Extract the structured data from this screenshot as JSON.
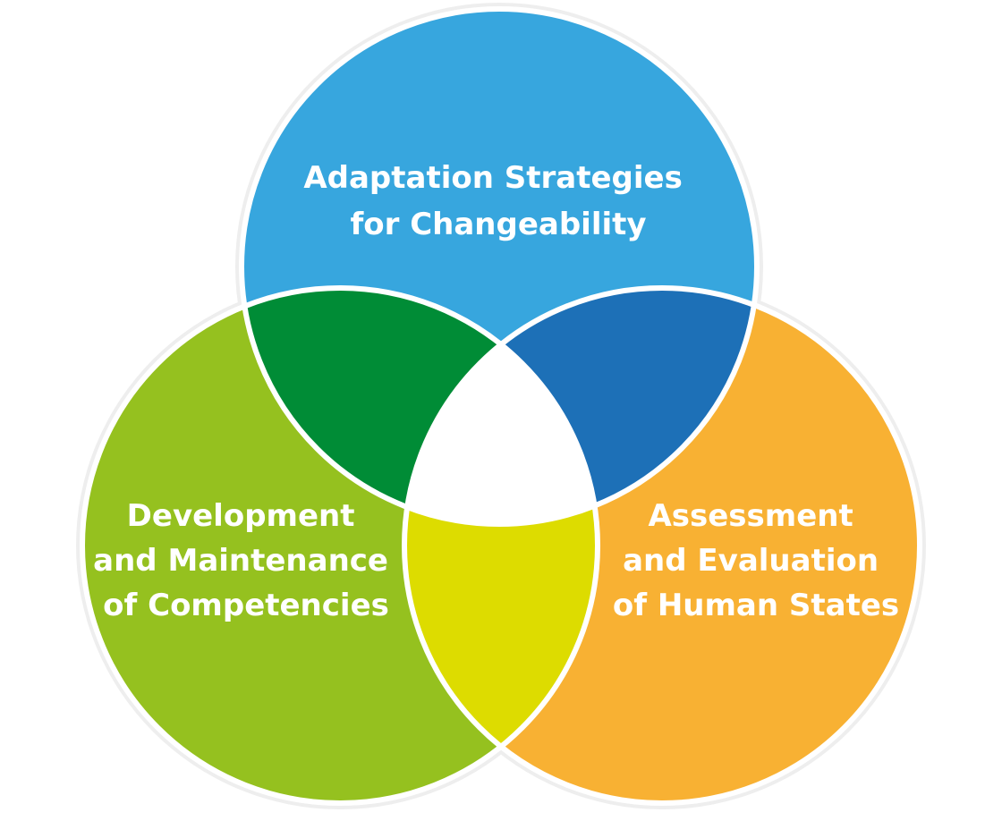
{
  "colors": {
    "background": "#ffffff",
    "outline": "#ffffff",
    "halo": "#eeeeee",
    "circle_top": "#37a6de",
    "circle_left": "#95c11f",
    "circle_right": "#f8b133",
    "overlap_top_left": "#008c36",
    "overlap_top_right": "#1d70b7",
    "overlap_left_right": "#dddc00",
    "center": "#ffffff",
    "label_text": "#ffffff"
  },
  "circles": {
    "top": {
      "label_lines": [
        "Adaptation Strategies",
        "for Changeability"
      ]
    },
    "left": {
      "label_lines": [
        "Development",
        "and Maintenance",
        "of Competencies"
      ]
    },
    "right": {
      "label_lines": [
        "Assessment",
        "and Evaluation",
        "of Human States"
      ]
    }
  }
}
